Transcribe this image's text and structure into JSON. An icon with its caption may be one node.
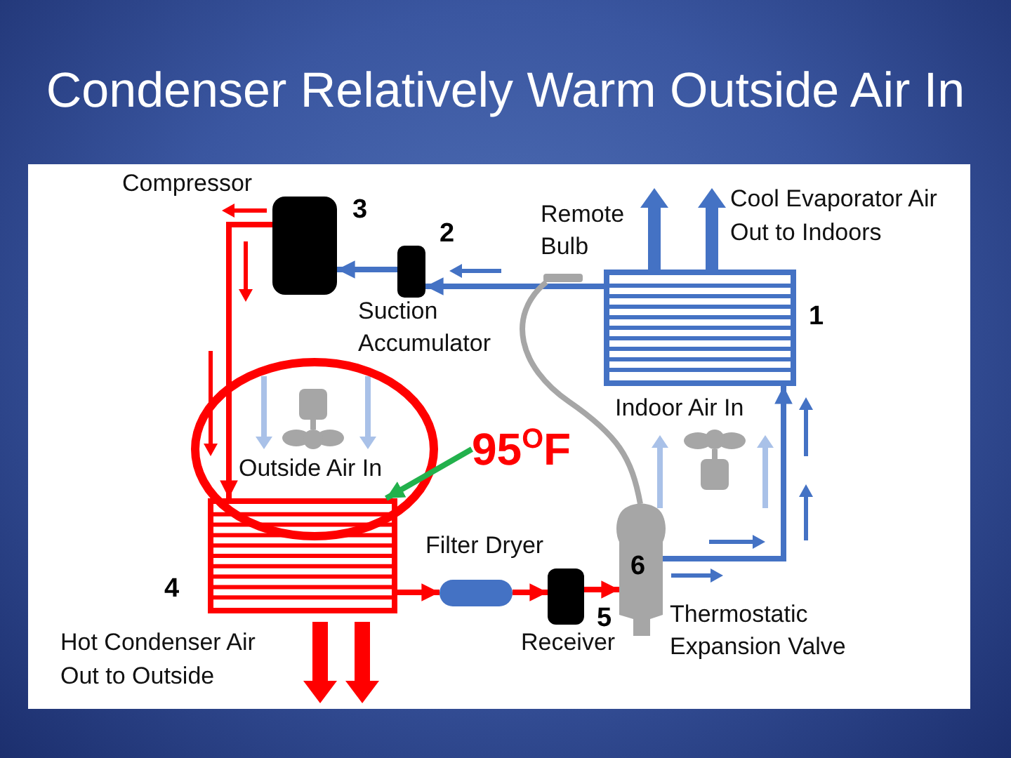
{
  "diagram": {
    "title": "Condenser Relatively Warm Outside Air In",
    "nodes": [
      {
        "text": [],
        "shape": "box",
        "beside": [
          "Compressor",
          "3"
        ]
      },
      {
        "text": [],
        "shape": "box",
        "beside": [
          "2",
          "Suction Accumulator"
        ]
      },
      {
        "text": [],
        "shape": "coil",
        "beside": [
          "1"
        ]
      },
      {
        "text": [],
        "shape": "bar",
        "beside": [
          "Remote Bulb"
        ]
      },
      {
        "text": [
          "95$^{O}$F"
        ]
      },
      {
        "text": [],
        "shape": "coil",
        "beside": [
          "4"
        ]
      },
      {
        "text": [],
        "shape": "cylinder",
        "beside": [
          "Filter Dryer"
        ]
      },
      {
        "text": [],
        "shape": "box",
        "beside": [
          "5",
          "Receiver"
        ]
      },
      {
        "text": [
          "6"
        ],
        "beside": [
          "Thermostatic Expansion Valve"
        ]
      }
    ],
    "edges": [
      {
        "from": 0,
        "to": 5,
        "arrow": "to"
      },
      {
        "from": 5,
        "to": 6,
        "arrow": "to"
      },
      {
        "from": 6,
        "to": 7,
        "arrow": "to"
      },
      {
        "from": 7,
        "to": 8,
        "arrow": "to"
      },
      {
        "from": 8,
        "to": 2,
        "arrow": "to",
        "color": "#4472c4"
      },
      {
        "from": 2,
        "to": 1,
        "arrow": "to",
        "color": "#4472c4"
      },
      {
        "from": 1,
        "to": 0,
        "arrow": "to",
        "color": "#4472c4"
      },
      {
        "from": 3,
        "to": 8,
        "arrow": "none",
        "color": "#a6a6a6"
      },
      {
        "from": 4,
        "to": 5,
        "arrow": "to",
        "color": "#22b14c"
      }
    ],
    "labels": [
      "Cool Evaporator Air Out to Indoors",
      "Indoor Air In",
      "Outside Air In",
      "Hot Condenser Air Out to Outside"
    ]
  }
}
